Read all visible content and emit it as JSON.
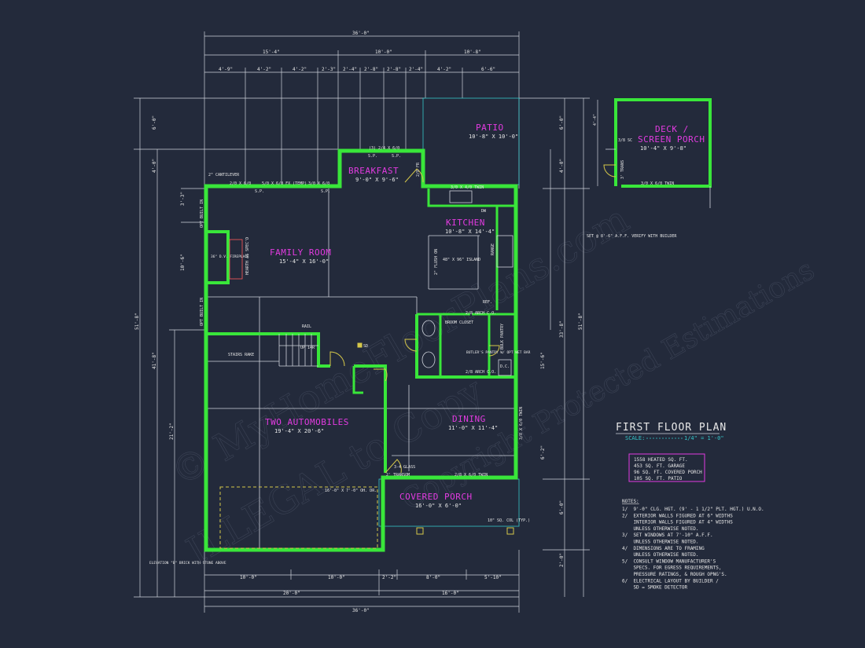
{
  "rooms": {
    "patio": {
      "name": "PATIO",
      "size": "10'-8\" X 10'-0\""
    },
    "breakfast": {
      "name": "BREAKFAST",
      "size": "9'-0\" X 9'-6\""
    },
    "kitchen": {
      "name": "KITCHEN",
      "size": "10'-8\" X 14'-4\""
    },
    "family": {
      "name": "FAMILY ROOM",
      "size": "15'-4\" X 16'-0\""
    },
    "garage": {
      "name": "TWO AUTOMOBILES",
      "size": "19'-4\" X 20'-6\""
    },
    "dining": {
      "name": "DINING",
      "size": "11'-0\" X 11'-4\""
    },
    "porch": {
      "name": "COVERED PORCH",
      "size": "16'-0\" X 6'-0\""
    },
    "deck": {
      "name": "DECK /",
      "name2": "SCREEN PORCH",
      "size": "10'-4\" X 9'-8\""
    }
  },
  "top_dims": {
    "overall": "36'-0\"",
    "row2": [
      "15'-4\"",
      "10'-0\"",
      "10'-8\""
    ],
    "row3": [
      "4'-9\"",
      "4'-2\"",
      "4'-2\"",
      "2'-3\"",
      "2'-4\"",
      "2'-8\"",
      "2'-8\"",
      "2'-4\"",
      "4'-2\"",
      "6'-6\""
    ]
  },
  "bottom_dims": {
    "row1": [
      "10'-0\"",
      "10'-0\"",
      "2'-2\"",
      "8'-0\"",
      "5'-10\""
    ],
    "row2": [
      "20'-0\"",
      "16'-0\""
    ],
    "overall": "36'-0\""
  },
  "left_dims": {
    "overall": "51'-8\"",
    "mid": "41'-8\"",
    "lower": "21'-2\"",
    "a": "10'-6\"",
    "b": "6'-0\"",
    "c": "4'-0\"",
    "d": "3'-3\""
  },
  "right_dims": {
    "overall": "51'-8\"",
    "mid": "33'-8\"",
    "a": "6'-0\"",
    "b": "4'-0\"",
    "c": "15'-6\"",
    "d": "6'-2\"",
    "e": "6'-0\"",
    "f": "2'-0\""
  },
  "labels": {
    "cantilever": "2\" CANTILEVER",
    "fireplace": "36\" D.V. FIREPLACE",
    "hearth": "HEARTH AS SPEC'D",
    "island": "48\" X 96\" ISLAND",
    "flush": "2\" FLUSH ON",
    "stairs_rake": "STAIRS RAKE",
    "up": "UP 14R",
    "rail": "RAIL",
    "broom": "BROOM CLOSET",
    "butler": "BUTLER'S PANTRY W/ OPT WET BAR",
    "bulk": "BULK PANTRY",
    "arch1": "2/8 ARCH C.O.",
    "arch2": "2/8 ARCH C.O.",
    "dc": "D.C.",
    "ref": "REF.",
    "range": "RANGE",
    "dw": "DW",
    "sd": "SD",
    "garage_door": "16'-0\" X 7'-0\" OH. DR.",
    "elevation": "ELEVATION \"B\" BRICK WITH STONE ABOVE",
    "col": "10\" SQ. COL (TYP.)",
    "transom": "2' TRANSOM",
    "glass": "3-4 GLASS",
    "set_window": "SET @ 8'-6\" A.F.F. VERIFY WITH BUILDER",
    "win_top1": "5/0 X 6/0 FX (TEMP)",
    "win_top2": "(3) 2/4 X 6/0",
    "win_kitchen": "3/0 X 4/0 TWIN",
    "win_deck": "3/0 X 6/0 TWIN",
    "win_dining": "3/8 X 6/0 TWIN",
    "win_porch": "2/8 X 6/0 TWIN",
    "win_top3": "3/0 X 6/0",
    "win_top4": "2/0 X 6/0",
    "door_28fr": "2/8 FR",
    "door_38sc": "3/8 SC",
    "door_trans": "3' TRANS",
    "opt_built_in": "OPT BUILT IN",
    "sp": "S.P."
  },
  "title_block": {
    "title": "FIRST FLOOR PLAN",
    "scale_label": "SCALE:",
    "scale_value": "1/4\" = 1'-0\""
  },
  "areas": [
    "1558 HEATED SQ. FT.",
    "453 SQ. FT. GARAGE",
    "96 SQ. FT. COVERED PORCH",
    "105 SQ. FT. PATIO"
  ],
  "notes": {
    "heading": "NOTES:",
    "items": [
      "1/  9'-0\" CLG. HGT. (9' - 1 1/2\" PLT. HGT.) U.N.O.",
      "2/  EXTERIOR WALLS FIGURED AT 6\" WIDTHS",
      "    INTERIOR WALLS FIGURED AT 4\" WIDTHS",
      "    UNLESS OTHERWISE NOTED.",
      "3/  SET WINDOWS AT 7'-10\" A.F.F.",
      "    UNLESS OTHERWISE NOTED.",
      "4/  DIMENSIONS ARE TO FRAMING",
      "    UNLESS OTHERWISE NOTED.",
      "5/  CONSULT WINDOW MANUFACTURER'S",
      "    SPECS. FOR EGRESS REQUIREMENTS,",
      "    PRESSURE RATINGS, & ROUGH OPNG'S.",
      "6/  ELECTRICAL LAYOUT BY BUILDER /",
      "    SD = SMOKE DETECTOR"
    ]
  },
  "watermark": {
    "line1": "© MyHomeFloorPlans.com",
    "line2": "ILLEGAL to Copy",
    "line3": "Copyright Protected Estimations"
  },
  "colors": {
    "background": "#232a3b",
    "walls": "#39e63a",
    "room_names": "#e23be0",
    "dimensions": "#e8e8e8",
    "scale": "#35c7c9"
  }
}
